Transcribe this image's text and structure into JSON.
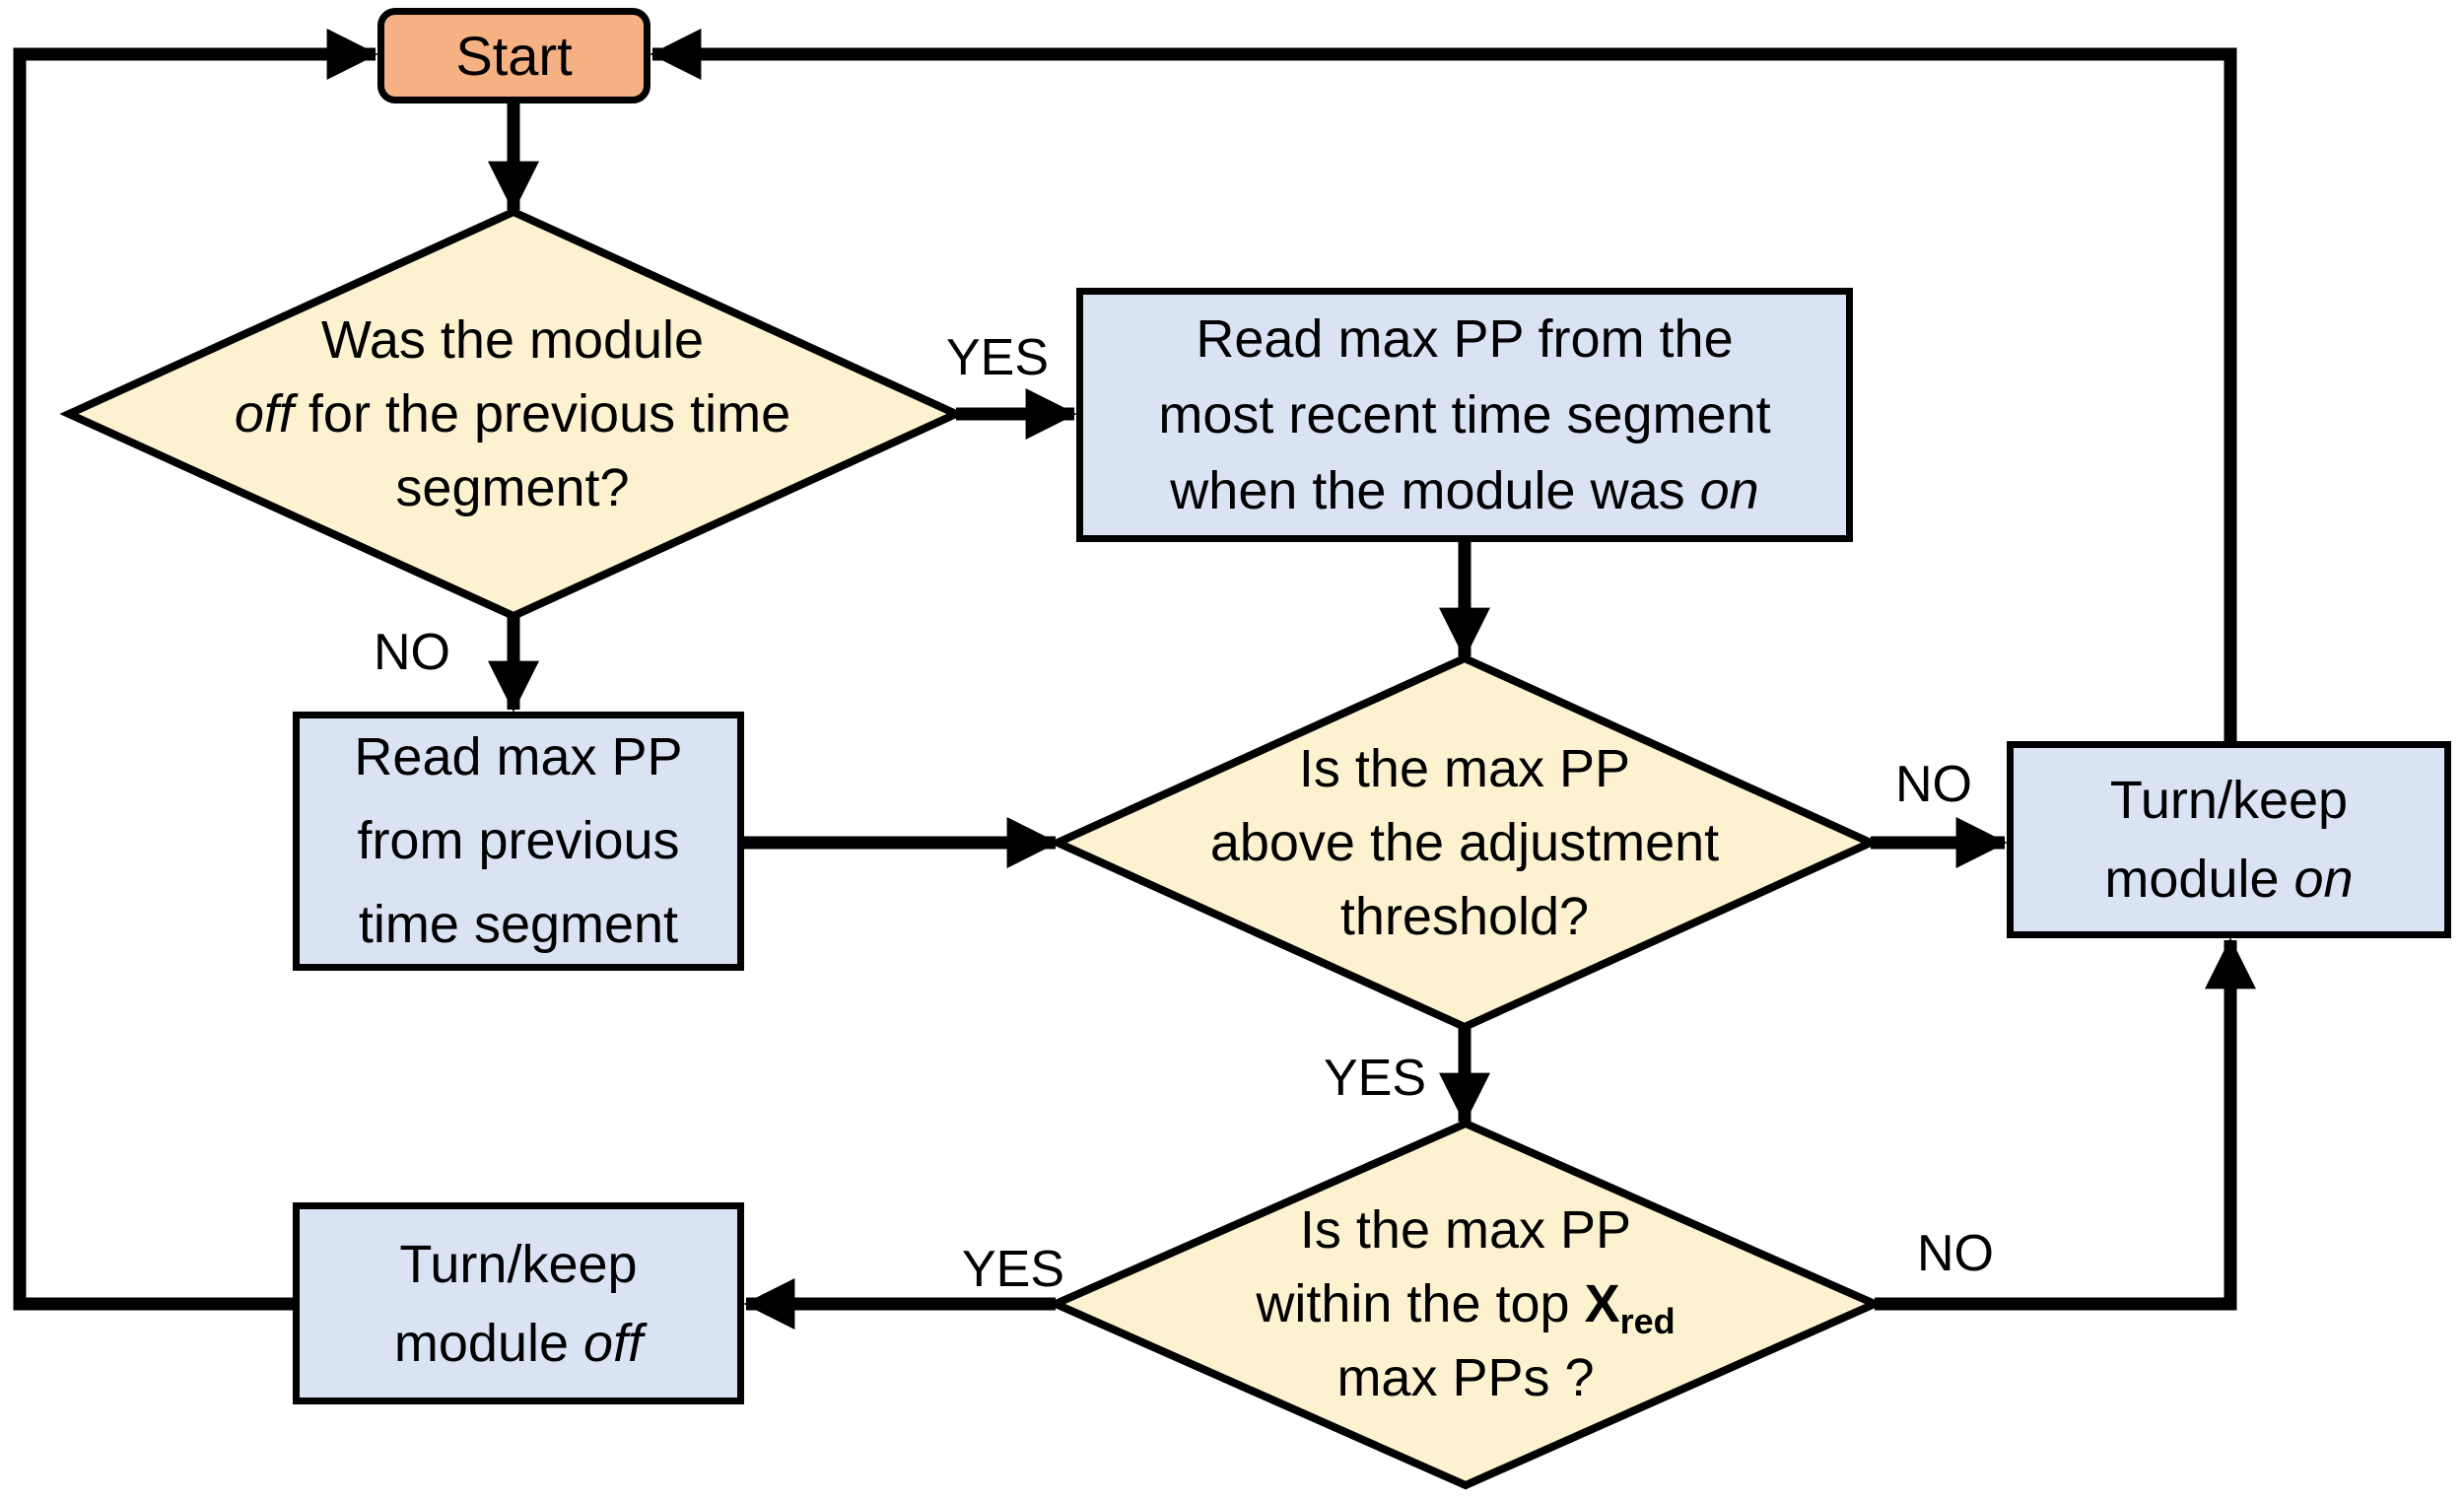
{
  "colors": {
    "start_fill": "#f5b183",
    "decision_fill": "#fdf2cf",
    "process_fill": "#dae3f3",
    "line": "#000000"
  },
  "nodes": {
    "start": {
      "label": "Start"
    },
    "decision_prev_off": {
      "line1": "Was the module",
      "line2_italic": "off",
      "line2_rest": " for the previous time",
      "line3": "segment?"
    },
    "read_recent": {
      "line1": "Read max PP from the",
      "line2": "most recent time segment",
      "line3_rest": "when the module was ",
      "line3_italic": "on"
    },
    "read_prev": {
      "line1": "Read max PP",
      "line2": "from previous",
      "line3": "time segment"
    },
    "decision_threshold": {
      "line1": "Is the max PP",
      "line2": "above the adjustment",
      "line3": "threshold?"
    },
    "turn_on": {
      "line1": "Turn/keep",
      "line2_rest": "module ",
      "line2_italic": "on"
    },
    "decision_top_x": {
      "line1": "Is the max PP",
      "line2_rest": "within the top ",
      "line2_var": "X",
      "line2_sub": "red",
      "line3": "max PPs ?"
    },
    "turn_off": {
      "line1": "Turn/keep",
      "line2_rest": "module ",
      "line2_italic": "off"
    }
  },
  "edge_labels": {
    "yes_prev_off": "YES",
    "no_prev_off": "NO",
    "no_threshold": "NO",
    "yes_threshold": "YES",
    "yes_top_x": "YES",
    "no_top_x": "NO"
  }
}
